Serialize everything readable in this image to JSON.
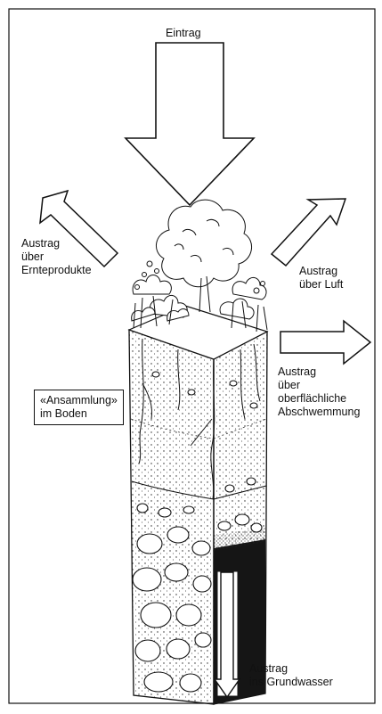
{
  "diagram": {
    "labels": {
      "eintrag": "Eintrag",
      "austrag_ernte": [
        "Austrag",
        "über",
        "Ernteprodukte"
      ],
      "austrag_luft": [
        "Austrag",
        "über Luft"
      ],
      "austrag_abschwemmung": [
        "Austrag",
        "über",
        "oberflächliche",
        "Abschwemmung"
      ],
      "ansammlung": [
        "«Ansammlung»",
        "im Boden"
      ],
      "austrag_grundwasser": [
        "Austrag",
        "ins Grundwasser"
      ]
    },
    "colors": {
      "ink": "#111111",
      "paper": "#ffffff"
    }
  }
}
